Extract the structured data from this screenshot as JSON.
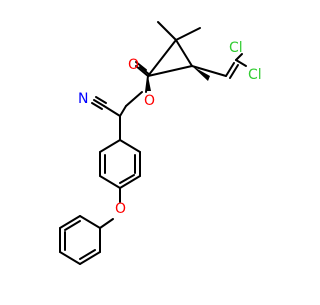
{
  "molecule": {
    "atom_labels": {
      "oxygen_carbonyl": "O",
      "oxygen_ester": "O",
      "oxygen_ether": "O",
      "nitrogen": "N",
      "chlorine_1": "Cl",
      "chlorine_2": "Cl"
    },
    "label_text": {
      "n_mark": "N"
    }
  },
  "colors": {
    "bond": "#000000",
    "oxygen": "#ff0000",
    "nitrogen": "#0000ff",
    "chlorine": "#33cc33"
  }
}
